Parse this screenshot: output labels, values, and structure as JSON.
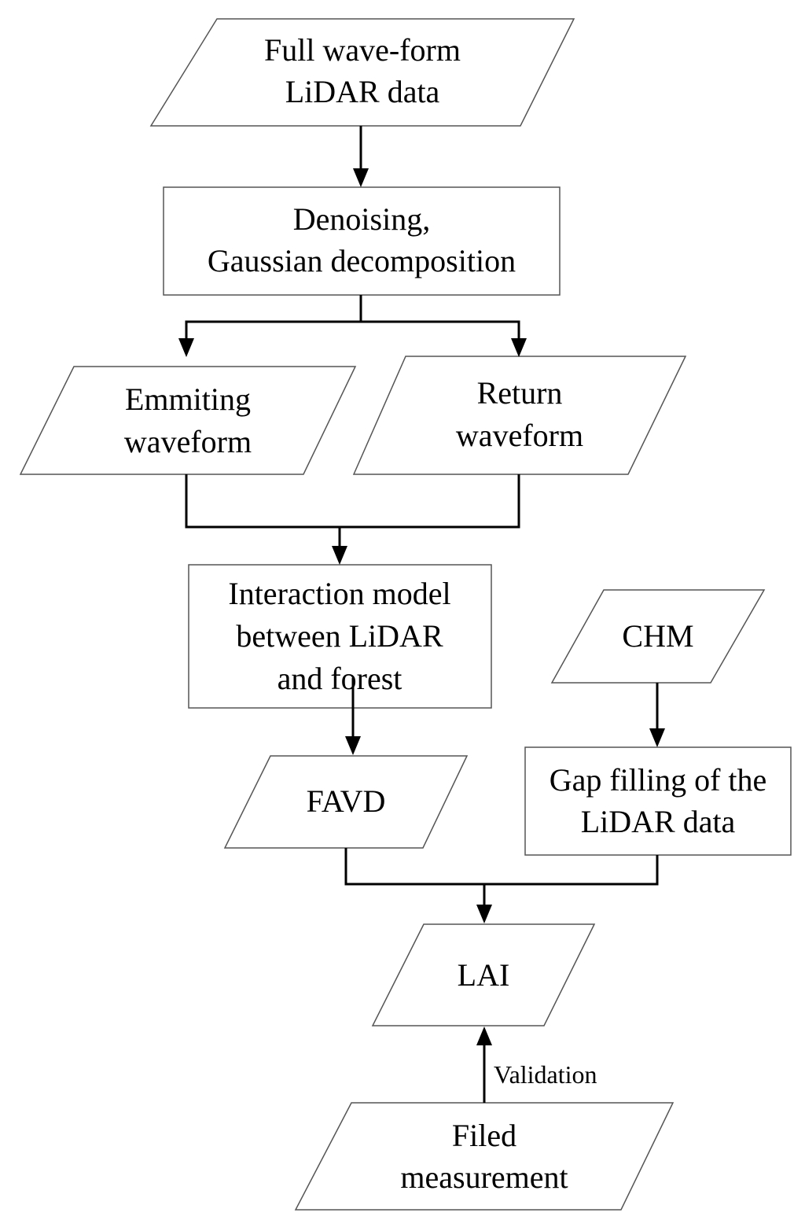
{
  "diagram": {
    "nodes": {
      "full_waveform_data": {
        "shape": "parallelogram",
        "lines": [
          "Full wave-form",
          "LiDAR data"
        ]
      },
      "denoising": {
        "shape": "rectangle",
        "lines": [
          "Denoising,",
          "Gaussian decomposition"
        ]
      },
      "emitting_waveform": {
        "shape": "parallelogram",
        "lines": [
          "Emmiting",
          "waveform"
        ]
      },
      "return_waveform": {
        "shape": "parallelogram",
        "lines": [
          "Return",
          "waveform"
        ]
      },
      "interaction_model": {
        "shape": "rectangle",
        "lines": [
          "Interaction model",
          "between LiDAR",
          "and forest"
        ]
      },
      "chm": {
        "shape": "parallelogram",
        "lines": [
          "CHM"
        ]
      },
      "favd": {
        "shape": "parallelogram",
        "lines": [
          "FAVD"
        ]
      },
      "gap_filling": {
        "shape": "rectangle",
        "lines": [
          "Gap filling of the",
          "LiDAR data"
        ]
      },
      "lai": {
        "shape": "parallelogram",
        "lines": [
          "LAI"
        ]
      },
      "field_measurement": {
        "shape": "parallelogram",
        "lines": [
          "Filed",
          "measurement"
        ]
      }
    },
    "edges": [
      {
        "from": "full_waveform_data",
        "to": "denoising"
      },
      {
        "from": "denoising",
        "to": [
          "emitting_waveform",
          "return_waveform"
        ]
      },
      {
        "from": [
          "emitting_waveform",
          "return_waveform"
        ],
        "to": "interaction_model"
      },
      {
        "from": "interaction_model",
        "to": "favd"
      },
      {
        "from": "chm",
        "to": "gap_filling"
      },
      {
        "from": [
          "favd",
          "gap_filling"
        ],
        "to": "lai"
      },
      {
        "from": "field_measurement",
        "to": "lai",
        "label": "Validation"
      }
    ]
  }
}
